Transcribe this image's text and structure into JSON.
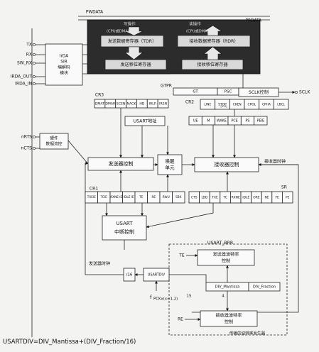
{
  "diagram": {
    "bus": {
      "pwdata": "PWDATA",
      "prdata": "PRDATA",
      "write_op": "写操作",
      "read_op": "读操作",
      "cpu_dma": "(CPU或DMA)",
      "cpu_dma_read": "(CPU或DMA)"
    },
    "data_regs": {
      "tdr": "发送数据寄存器（TDR）",
      "rdr": "接收数据寄存器（RDR）",
      "tx_shift": "发送移位寄存器",
      "rx_shift": "接收移位寄存器"
    },
    "pins": {
      "tx": "TX",
      "rx": "RX",
      "sw_rx": "SW_RX",
      "irda_out": "IRDA_OUT",
      "irda_in": "IRDA_IN",
      "nrts": "nRTS",
      "ncts": "nCTS",
      "sclk": "SCLK"
    },
    "irda_block": [
      "IrDA",
      "SIR",
      "编解码",
      "模块"
    ],
    "hw_flow": [
      "硬件",
      "数据流控"
    ],
    "gtpr": {
      "title": "GTPR",
      "gt": "GT",
      "psc": "PSC",
      "sclk_ctrl": "SCLK控制"
    },
    "cr3": {
      "title": "CR3",
      "bits": [
        "DMAT",
        "DMAR",
        "SCEN",
        "NACK",
        "HD",
        "IRLP",
        "IREN"
      ]
    },
    "cr2": {
      "title": "CR2",
      "bits": [
        "LINE",
        "STOP",
        "CKEN",
        "CPOL",
        "CPHA",
        "LBCL"
      ],
      "stop_extra": "[1:0]"
    },
    "addr": "USART地址",
    "cr1_top": {
      "bits": [
        "UE",
        "M",
        "WAKE",
        "PCE",
        "PS",
        "PEIE"
      ]
    },
    "ctrl": {
      "tx": "发送器控制",
      "wake": [
        "唤醒",
        "单元"
      ],
      "rx": "接收器控制",
      "rx_clock": "接收器时钟"
    },
    "cr1": {
      "title": "CR1",
      "bits": [
        "TXEIE",
        "TCIE",
        "RXNE IE",
        "IDLE IE",
        "TE",
        "RE",
        "RWU",
        "SBK"
      ]
    },
    "sr": {
      "title": "SR",
      "bits": [
        "CTS",
        "LBD",
        "TXE",
        "TC",
        "RXNE",
        "IDLE",
        "ORE",
        "NE",
        "FE",
        "PE"
      ]
    },
    "irq": [
      "USART",
      "中断控制"
    ],
    "brr": {
      "title": "USART_BRR",
      "te": "TE",
      "re": "RE",
      "tx_rate": [
        "发送器波特率",
        "控制"
      ],
      "rx_rate": [
        "接收器波特率",
        "控制"
      ],
      "mantissa": "DIV_Mantissa",
      "fraction": "DIV_Fraction",
      "n15": "15",
      "n4": "4",
      "gen": "传输的波特率发生器"
    },
    "clock": {
      "tx_clock": "发送器时钟",
      "div16": "/16",
      "usartdiv": "USARTDIV",
      "fpck": "f",
      "fpck_sub": "PCKx(x=1,2)"
    }
  },
  "formula": "USARTDIV=DIV_Mantissa+(DIV_Fraction/16)"
}
